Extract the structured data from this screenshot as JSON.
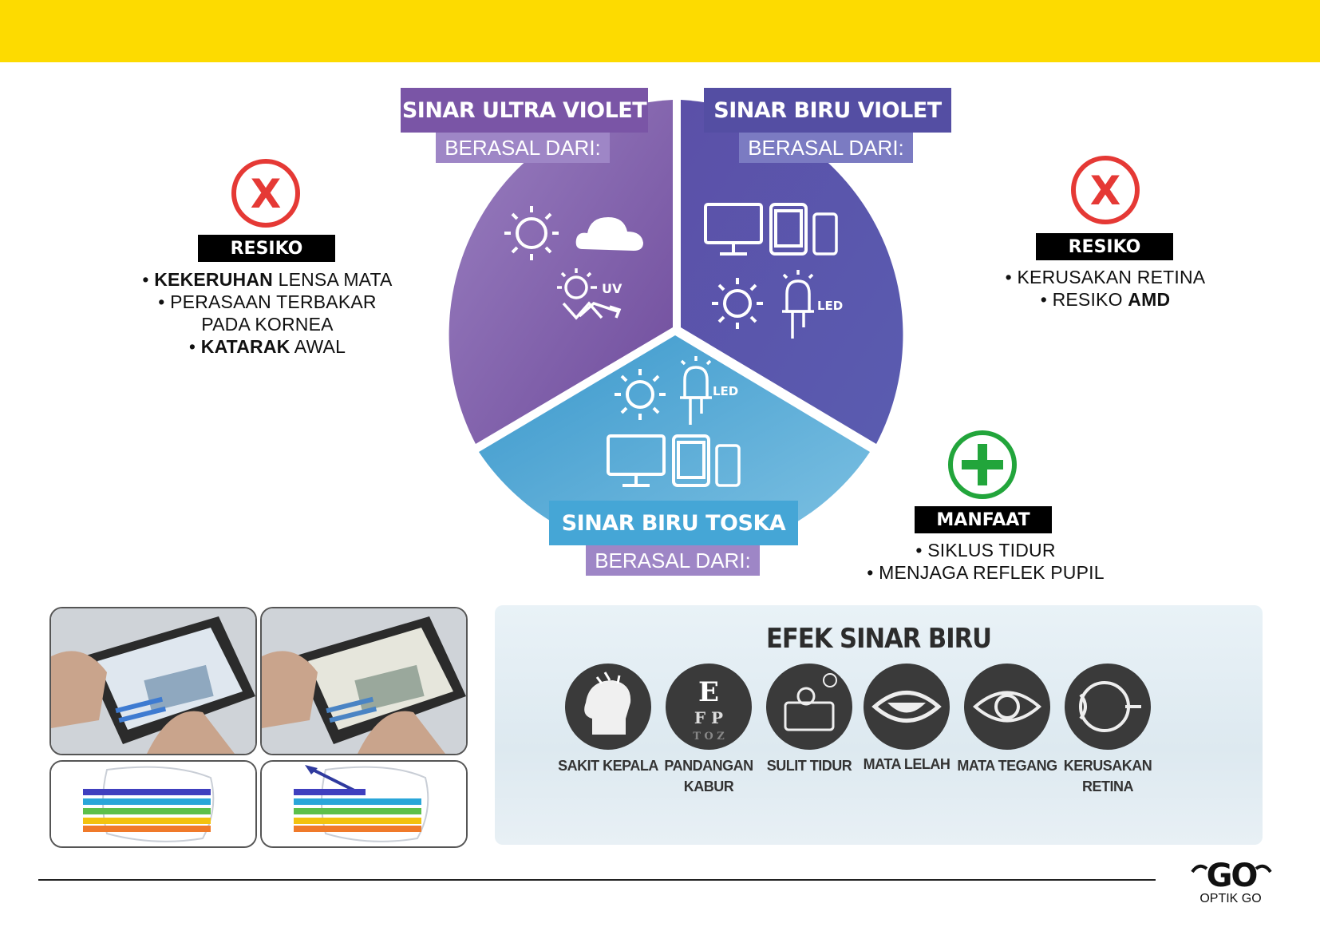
{
  "segments": {
    "uv": {
      "title": "SINAR ULTRA VIOLET",
      "sub": "BERASAL DARI:",
      "color": "#7f5ba8",
      "uv_label": "UV"
    },
    "blue_violet": {
      "title": "SINAR BIRU VIOLET",
      "sub": "BERASAL DARI:",
      "color": "#5a4fa2",
      "led_label": "LED"
    },
    "blue_tosca": {
      "title": "SINAR BIRU TOSKA",
      "sub": "BERASAL DARI:",
      "color": "#4aa3cf",
      "led_label": "LED"
    }
  },
  "left_risk": {
    "badge": "RESIKO",
    "items": [
      {
        "bold": "KEKERUHAN",
        "rest": " LENSA MATA"
      },
      {
        "bold": "",
        "rest": "PERASAAN TERBAKAR"
      },
      {
        "bold": "",
        "rest": "PADA KORNEA"
      },
      {
        "bold": "KATARAK",
        "rest": " AWAL"
      }
    ]
  },
  "right_risk": {
    "badge": "RESIKO",
    "items": [
      {
        "bold": "",
        "rest": "KERUSAKAN RETINA"
      },
      {
        "pre": "RESIKO ",
        "bold": "AMD"
      }
    ]
  },
  "benefit": {
    "badge": "MANFAAT",
    "items": [
      "SIKLUS TIDUR",
      "MENJAGA REFLEK PUPIL"
    ]
  },
  "efek": {
    "title": "EFEK SINAR BIRU",
    "items": [
      {
        "label1": "SAKIT KEPALA",
        "label2": "",
        "icon": "headache-icon"
      },
      {
        "label1": "PANDANGAN",
        "label2": "KABUR",
        "icon": "eye-chart-icon"
      },
      {
        "label1": "SULIT TIDUR",
        "label2": "",
        "icon": "insomnia-icon"
      },
      {
        "label1": "MATA LELAH",
        "label2": "",
        "icon": "tired-eye-icon"
      },
      {
        "label1": "MATA TEGANG",
        "label2": "",
        "icon": "strained-eye-icon"
      },
      {
        "label1": "KERUSAKAN",
        "label2": "RETINA",
        "icon": "retina-icon"
      }
    ]
  },
  "logo": {
    "text": "OPTIK GO",
    "mark": "GO"
  }
}
